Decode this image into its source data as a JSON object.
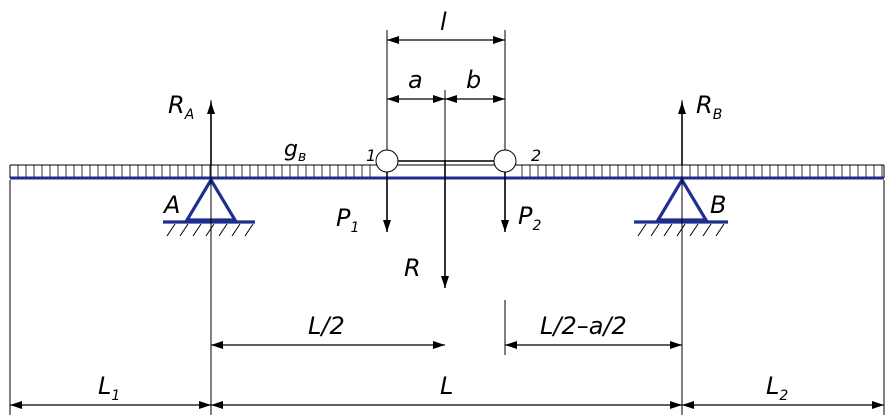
{
  "labels": {
    "reaction_a": "R",
    "reaction_a_sub": "A",
    "reaction_b": "R",
    "reaction_b_sub": "B",
    "support_a": "A",
    "support_b": "B",
    "distributed_load": "g",
    "distributed_load_sub": "в",
    "point_1": "1",
    "point_2": "2",
    "force_p1": "P",
    "force_p1_sub": "1",
    "force_p2": "P",
    "force_p2_sub": "2",
    "resultant": "R",
    "dim_l": "l",
    "dim_a": "a",
    "dim_b": "b",
    "dim_half_L": "L/2",
    "dim_half_L_minus": "L/2–a/2",
    "dim_L1": "L",
    "dim_L1_sub": "1",
    "dim_L": "L",
    "dim_L2": "L",
    "dim_L2_sub": "2"
  },
  "colors": {
    "beam": "#1f2e8f",
    "lines": "#000000"
  }
}
